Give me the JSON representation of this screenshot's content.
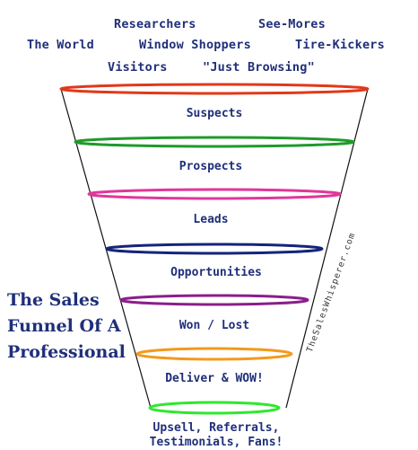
{
  "audience_words": {
    "researchers": "Researchers",
    "see_mores": "See-Mores",
    "the_world": "The World",
    "window_shoppers": "Window Shoppers",
    "tire_kickers": "Tire-Kickers",
    "visitors": "Visitors",
    "just_browsing": "\"Just Browsing\""
  },
  "stages": [
    "Suspects",
    "Prospects",
    "Leads",
    "Opportunities",
    "Won / Lost",
    "Deliver & WOW!"
  ],
  "bottom_label": {
    "line1": "Upsell, Referrals,",
    "line2": "Testimonials, Fans!"
  },
  "side_title": {
    "line1": "The Sales",
    "line2": "Funnel Of A",
    "line3": "Professional"
  },
  "watermark": "TheSalesWhisperer.com",
  "ring_colors": [
    "#e0391b",
    "#1f9a2a",
    "#e0389a",
    "#15247a",
    "#8a1f8a",
    "#f39a1c",
    "#2ee82e"
  ],
  "funnel_outline_color": "#111111"
}
